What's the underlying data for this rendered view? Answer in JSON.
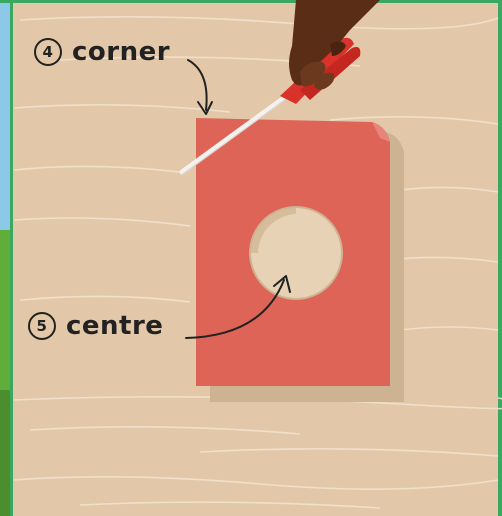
{
  "colors": {
    "wood": "#e2c8a8",
    "wood_grain": "#f3e4d2",
    "frame_green": "#3aa860",
    "paper_red": "#de6457",
    "paper_shadow": "#cdb392",
    "hole_fill": "#e8d2b6",
    "scissor_red": "#d8322a",
    "blade_white": "#f4f1ee",
    "skin": "#5a2e16",
    "text": "#222222"
  },
  "labels": [
    {
      "number": "4",
      "text": "corner"
    },
    {
      "number": "5",
      "text": "centre"
    }
  ],
  "icons": [
    "scissors-icon",
    "hand-icon"
  ]
}
